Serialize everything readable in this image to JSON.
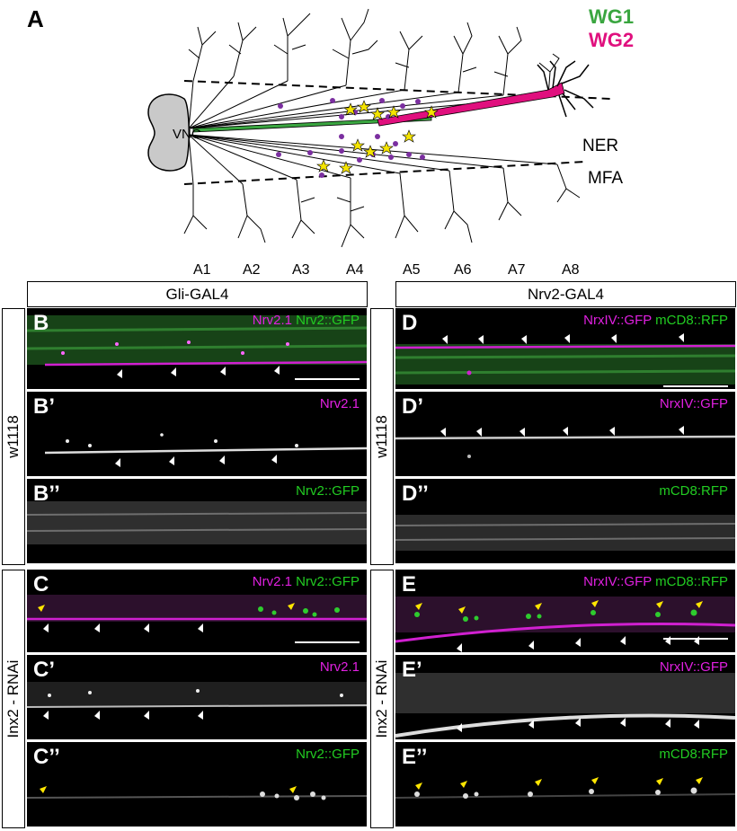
{
  "panelA": {
    "letter": "A",
    "wg1": "WG1",
    "wg2": "WG2",
    "vnc": "VNC",
    "ner": "NER",
    "mfa": "MFA",
    "segments": [
      "A1",
      "A2",
      "A3",
      "A4",
      "A5",
      "A6",
      "A7",
      "A8"
    ],
    "colors": {
      "wg1": "#3aa640",
      "wg2": "#e0107e",
      "dot": "#7b2fa0",
      "star": "#f5e400"
    }
  },
  "headers": {
    "left": "Gli-GAL4",
    "right": "Nrv2-GAL4"
  },
  "rows": {
    "top": "w1118",
    "bottom": "Inx2 - RNAi"
  },
  "panels": {
    "B": {
      "label": "B",
      "ch1": "Nrv2.1",
      "ch2": "Nrv2::GFP"
    },
    "B1": {
      "label": "B’",
      "ch1": "Nrv2.1",
      "ch2": ""
    },
    "B2": {
      "label": "B’’",
      "ch1": "",
      "ch2": "Nrv2::GFP"
    },
    "C": {
      "label": "C",
      "ch1": "Nrv2.1",
      "ch2": "Nrv2::GFP"
    },
    "C1": {
      "label": "C’",
      "ch1": "Nrv2.1",
      "ch2": ""
    },
    "C2": {
      "label": "C’’",
      "ch1": "",
      "ch2": "Nrv2::GFP"
    },
    "D": {
      "label": "D",
      "ch1": "NrxIV::GFP",
      "ch2": "mCD8::RFP"
    },
    "D1": {
      "label": "D’",
      "ch1": "NrxIV::GFP",
      "ch2": ""
    },
    "D2": {
      "label": "D’’",
      "ch1": "",
      "ch2": "mCD8:RFP"
    },
    "E": {
      "label": "E",
      "ch1": "NrxIV::GFP",
      "ch2": "mCD8::RFP"
    },
    "E1": {
      "label": "E’",
      "ch1": "NrxIV::GFP",
      "ch2": ""
    },
    "E2": {
      "label": "E’’",
      "ch1": "",
      "ch2": "mCD8:RFP"
    }
  }
}
